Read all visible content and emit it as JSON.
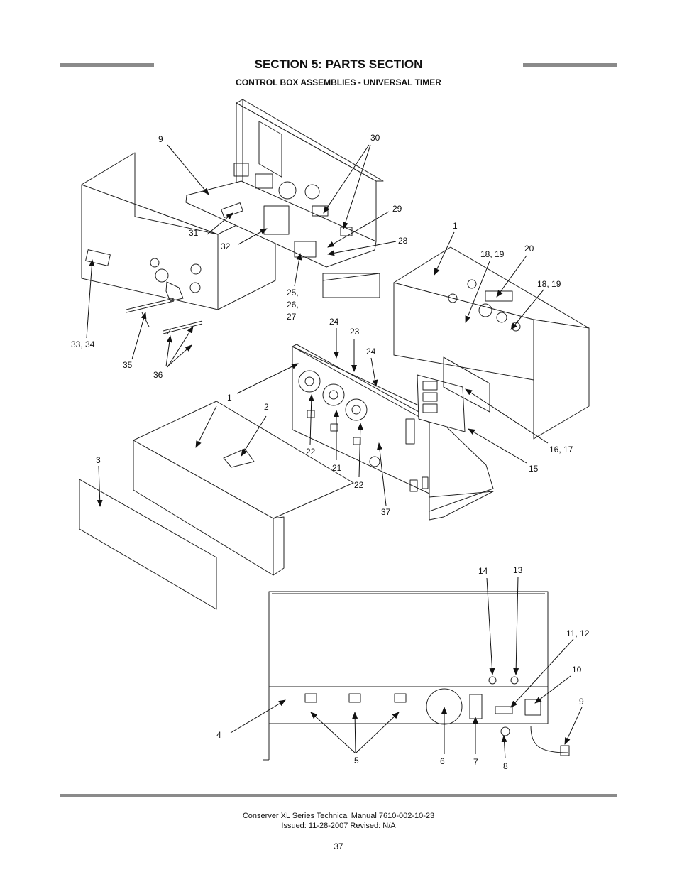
{
  "header": {
    "section_title": "SECTION 5: PARTS SECTION",
    "subtitle": "CONTROL BOX ASSEMBLIES - UNIVERSAL TIMER"
  },
  "callouts": {
    "c9a": "9",
    "c30": "30",
    "c29": "29",
    "c28": "28",
    "c31": "31",
    "c32": "32",
    "c25": "25,",
    "c26": "26,",
    "c27": "27",
    "c1a": "1",
    "c1819a": "18, 19",
    "c20": "20",
    "c1819b": "18, 19",
    "c3334": "33, 34",
    "c35": "35",
    "c36": "36",
    "c24a": "24",
    "c23": "23",
    "c24b": "24",
    "c1b": "1",
    "c2": "2",
    "c3": "3",
    "c22a": "22",
    "c21": "21",
    "c22b": "22",
    "c37": "37",
    "c1617": "16, 17",
    "c15": "15",
    "c14": "14",
    "c13": "13",
    "c1112": "11, 12",
    "c10": "10",
    "c9b": "9",
    "c4": "4",
    "c5": "5",
    "c6": "6",
    "c7": "7",
    "c8": "8"
  },
  "footer": {
    "manual": "Conserver XL Series Technical Manual 7610-002-10-23",
    "issued": "Issued: 11-28-2007  Revised: N/A",
    "page_number": "37"
  }
}
